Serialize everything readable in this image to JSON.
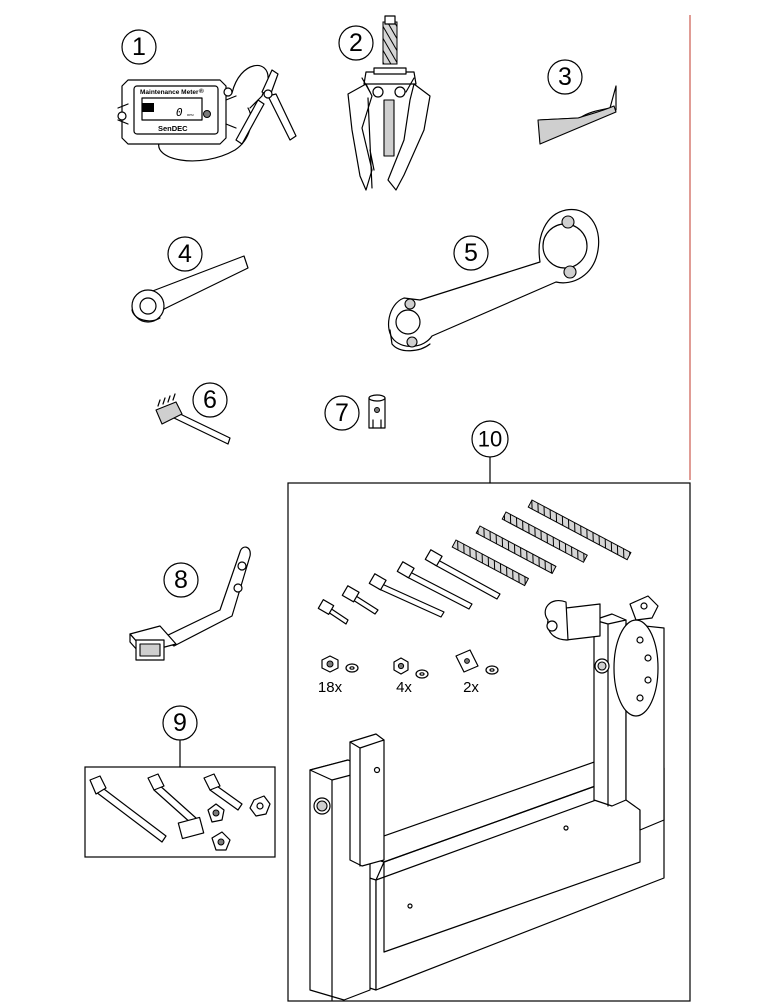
{
  "callouts": [
    "1",
    "2",
    "3",
    "4",
    "5",
    "6",
    "7",
    "8",
    "9",
    "10"
  ],
  "quantities": [
    "18x",
    "4x",
    "2x"
  ],
  "meter": {
    "title": "Maintenance Meter",
    "trademark": "®",
    "brand": "SenDEC",
    "reading": "0",
    "unit": "RPM"
  },
  "colors": {
    "line": "#000000",
    "shade": "#cfcfcf",
    "edge_rule": "#c0392b"
  }
}
